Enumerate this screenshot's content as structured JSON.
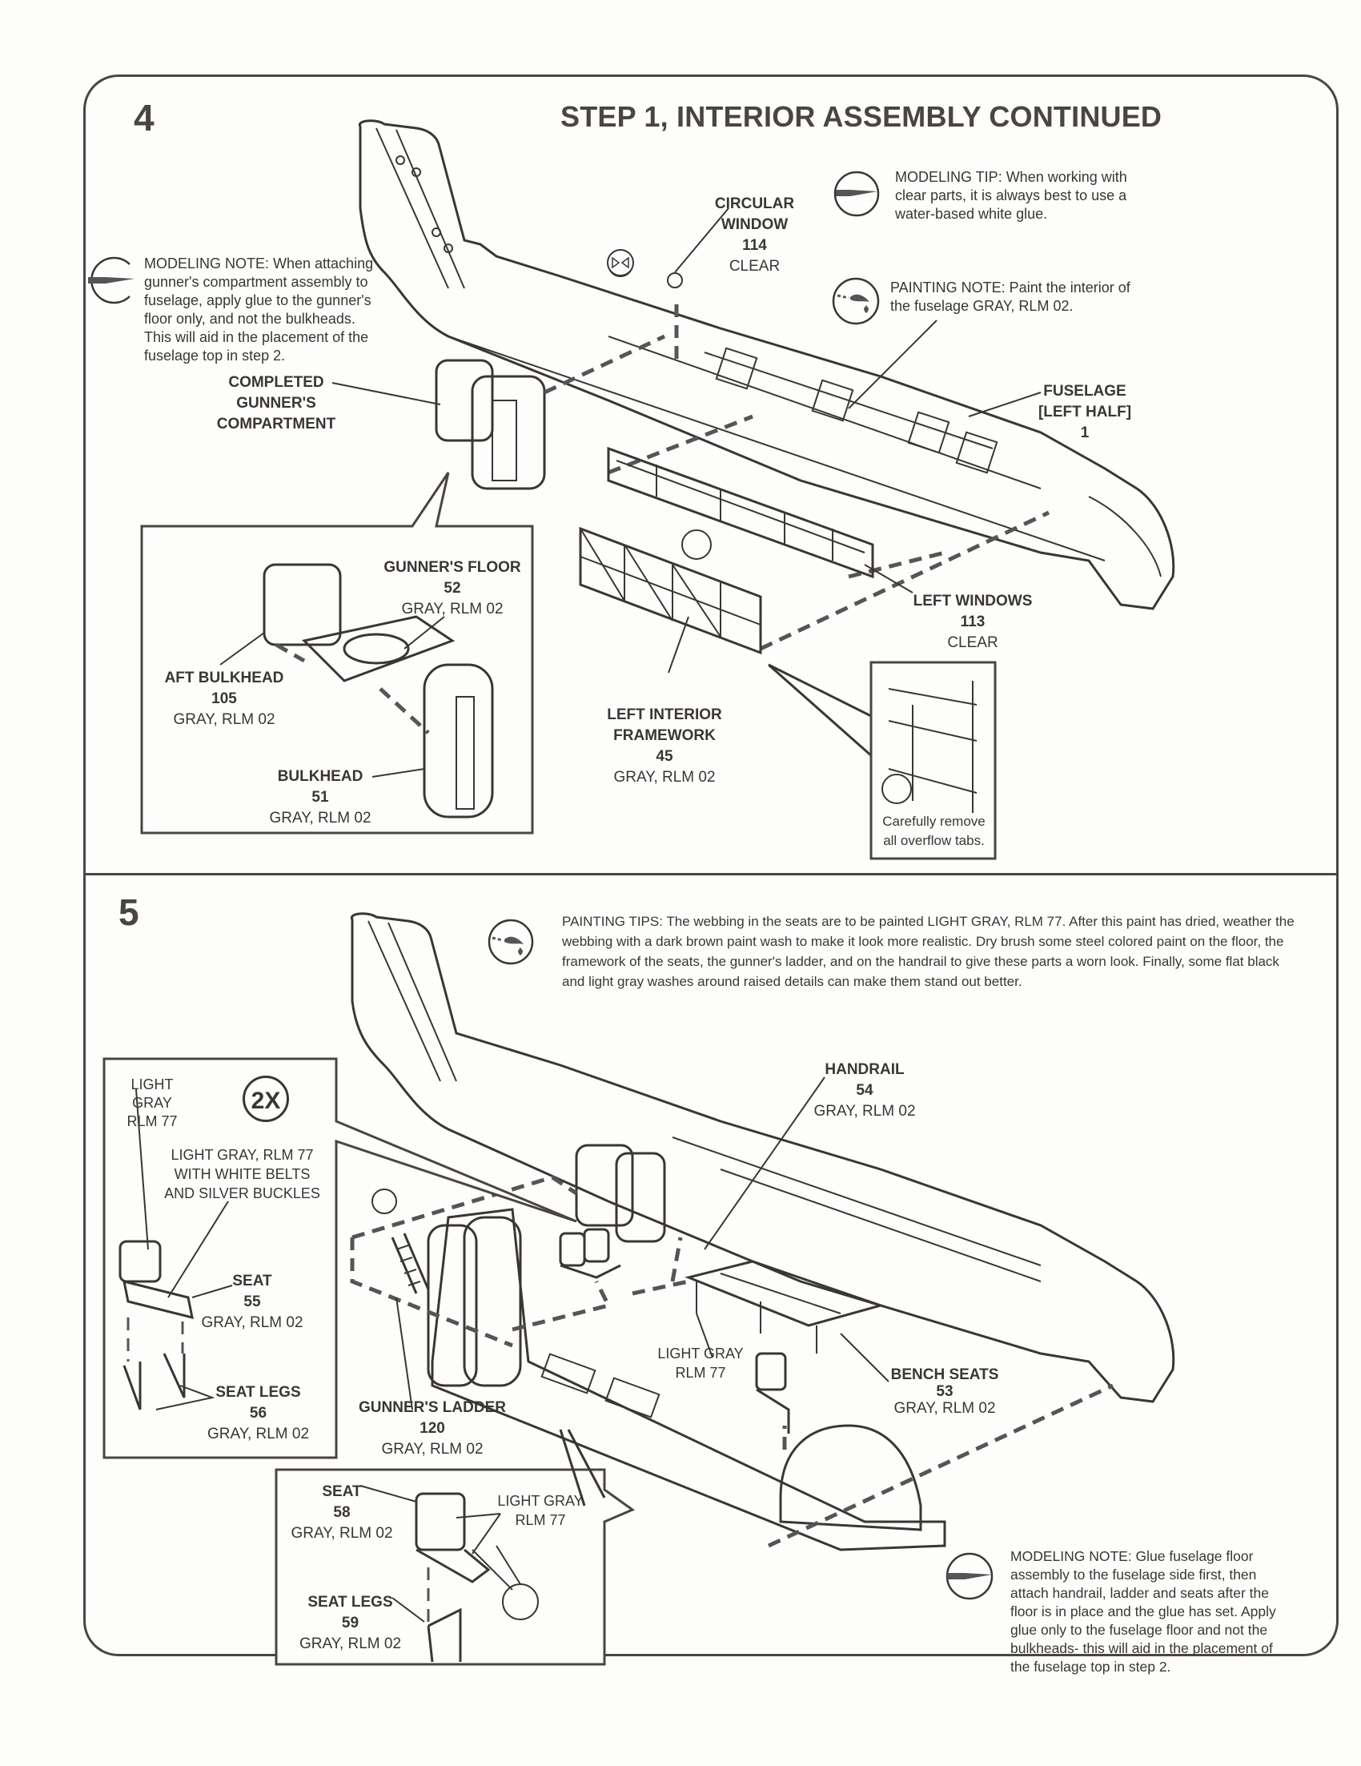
{
  "page": {
    "accent_color": "#4a4542",
    "background_color": "#fdfdfb"
  },
  "step4": {
    "number": "4",
    "title": "STEP 1, INTERIOR ASSEMBLY CONTINUED",
    "modeling_tip": {
      "icon": "knife-icon",
      "text": "MODELING TIP:   When working with clear parts, it is always best to use a water-based white glue."
    },
    "painting_note": {
      "icon": "paintbrush-icon",
      "text": "PAINTING NOTE:  Paint the interior of the fuselage GRAY, RLM 02."
    },
    "modeling_note": {
      "icon": "knife-icon",
      "text": "MODELING NOTE: When attaching gunner's compartment assembly to fuselage, apply glue to the gunner's floor only, and not the bulkheads. This will aid in the placement of the fuselage top in step 2."
    },
    "parts": {
      "circular_window": {
        "name_line1": "CIRCULAR",
        "name_line2": "WINDOW",
        "number": "114",
        "color": "CLEAR"
      },
      "completed_gunners": {
        "name_line1": "COMPLETED",
        "name_line2": "GUNNER'S",
        "name_line3": "COMPARTMENT"
      },
      "fuselage": {
        "name_line1": "FUSELAGE",
        "name_line2": "[LEFT HALF]",
        "number": "1"
      },
      "left_windows": {
        "name": "LEFT WINDOWS",
        "number": "113",
        "color": "CLEAR"
      },
      "left_interior_framework": {
        "name_line1": "LEFT INTERIOR",
        "name_line2": "FRAMEWORK",
        "number": "45",
        "color": "GRAY, RLM 02"
      },
      "gunners_floor": {
        "name": "GUNNER'S FLOOR",
        "number": "52",
        "color": "GRAY, RLM 02"
      },
      "aft_bulkhead": {
        "name": "AFT BULKHEAD",
        "number": "105",
        "color": "GRAY, RLM 02"
      },
      "bulkhead": {
        "name": "BULKHEAD",
        "number": "51",
        "color": "GRAY, RLM 02"
      }
    },
    "overflow_tabs_note": "Carefully remove all overflow tabs."
  },
  "step5": {
    "number": "5",
    "painting_tips": {
      "icon": "paintbrush-icon",
      "text": "PAINTING TIPS:  The webbing in the seats are to be painted LIGHT GRAY, RLM 77.  After this paint has dried, weather the webbing with a dark brown paint wash to make it look more realistic.  Dry brush some steel colored paint on the floor, the framework of the seats, the gunner's ladder, and on the handrail to give these parts a worn look.  Finally, some flat black and light gray washes around raised details can make them stand out better."
    },
    "modeling_note": {
      "icon": "knife-icon",
      "text": "MODELING NOTE: Glue fuselage floor assembly to the fuselage side first, then attach handrail, ladder and seats after the floor is in place and the glue has set. Apply glue only to the fuselage floor and not the bulkheads- this will aid in the placement of the fuselage top in step 2."
    },
    "quantity_badge": "2X",
    "parts": {
      "seat_back_color": {
        "line1": "LIGHT GRAY",
        "line2": "RLM 77"
      },
      "seat_webbing_color": {
        "line1": "LIGHT GRAY, RLM 77",
        "line2": "WITH WHITE BELTS",
        "line3": "AND SILVER BUCKLES"
      },
      "seat55": {
        "name": "SEAT",
        "number": "55",
        "color": "GRAY, RLM 02"
      },
      "seat_legs56": {
        "name": "SEAT LEGS",
        "number": "56",
        "color": "GRAY, RLM 02"
      },
      "handrail": {
        "name": "HANDRAIL",
        "number": "54",
        "color": "GRAY, RLM 02"
      },
      "light_gray_mid": {
        "line1": "LIGHT GRAY",
        "line2": "RLM 77"
      },
      "bench_seats": {
        "name": "BENCH SEATS",
        "number": "53",
        "color": "GRAY, RLM 02"
      },
      "gunners_ladder": {
        "name": "GUNNER'S LADDER",
        "number": "120",
        "color": "GRAY, RLM 02"
      },
      "seat58": {
        "name": "SEAT",
        "number": "58",
        "color": "GRAY, RLM 02"
      },
      "seat58_color": {
        "line1": "LIGHT GRAY",
        "line2": "RLM 77"
      },
      "seat_legs59": {
        "name": "SEAT LEGS",
        "number": "59",
        "color": "GRAY, RLM 02"
      }
    }
  }
}
